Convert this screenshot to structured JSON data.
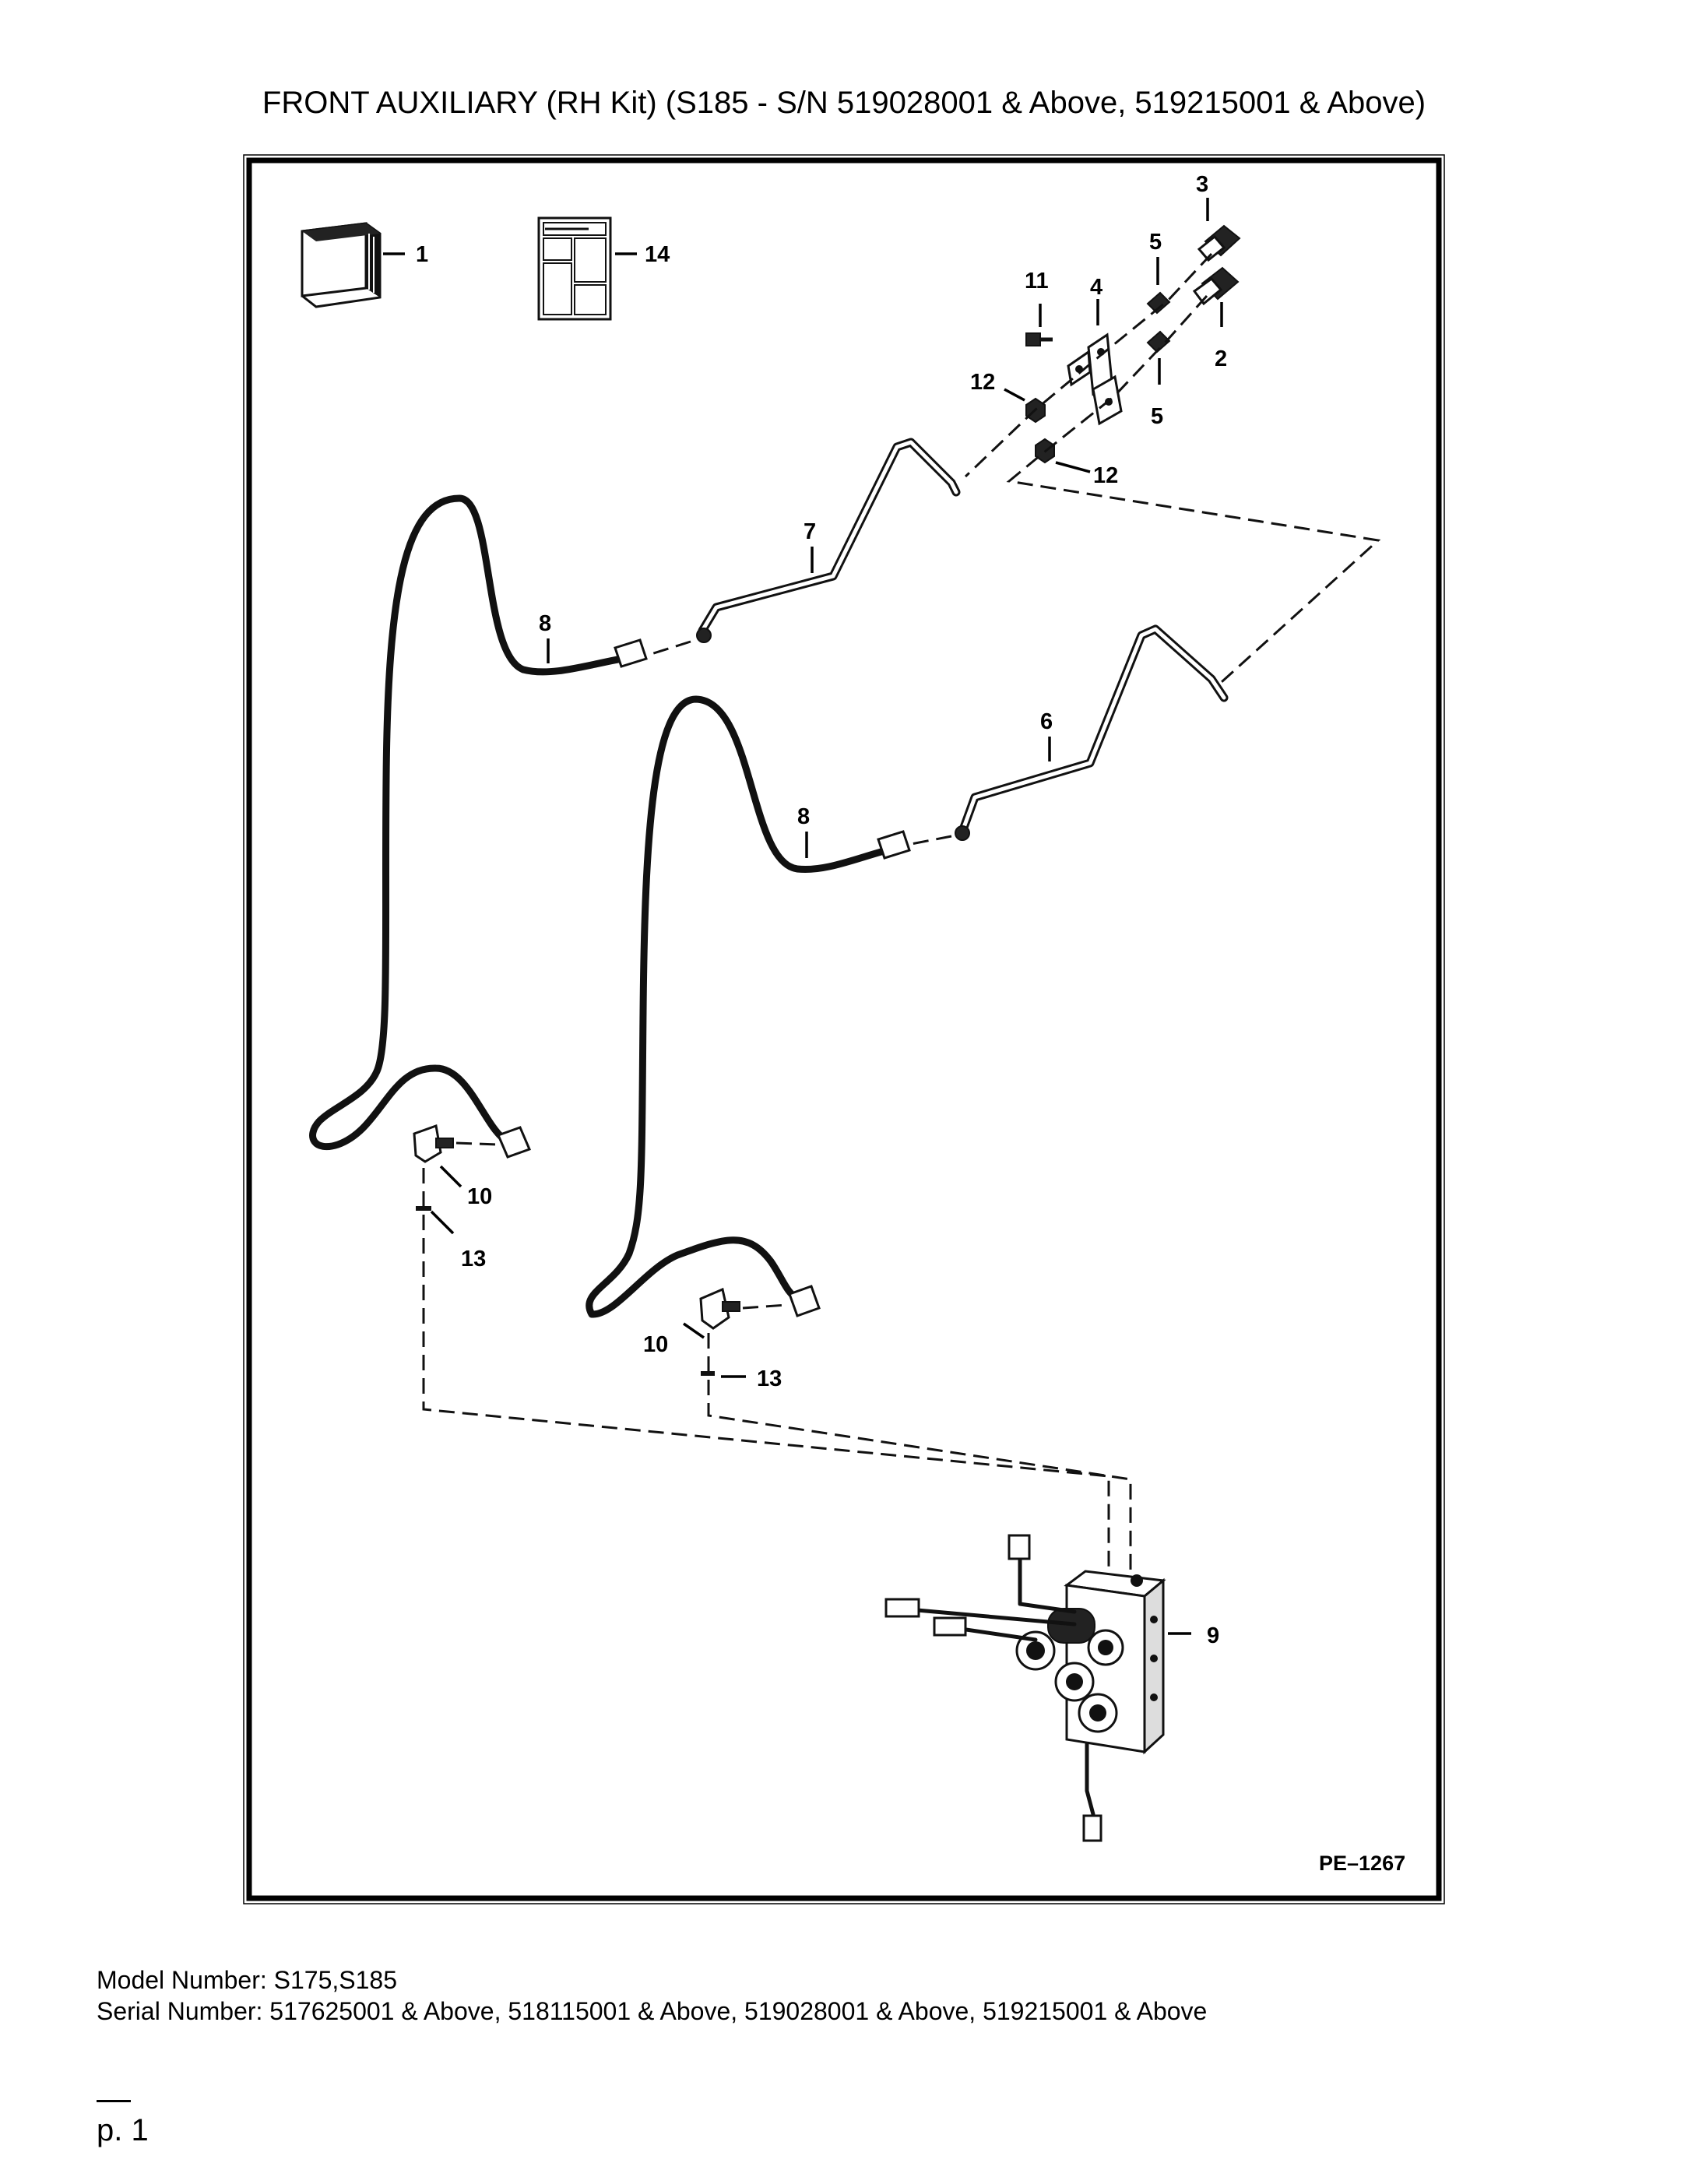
{
  "title": "FRONT AUXILIARY (RH Kit) (S185 - S/N 519028001 & Above, 519215001 & Above)",
  "diagram": {
    "drawing_code": "PE–1267",
    "callouts": {
      "c1": "1",
      "c14": "14",
      "c3": "3",
      "c5a": "5",
      "c11": "11",
      "c4": "4",
      "c2": "2",
      "c12a": "12",
      "c5b": "5",
      "c12b": "12",
      "c7": "7",
      "c8a": "8",
      "c6": "6",
      "c8b": "8",
      "c10a": "10",
      "c13a": "13",
      "c10b": "10",
      "c13b": "13",
      "c9": "9"
    }
  },
  "footer": {
    "model": "Model Number: S175,S185",
    "serial": "Serial Number: 517625001 & Above, 518115001 & Above, 519028001 & Above, 519215001 & Above"
  },
  "page": {
    "number": "p. 1"
  }
}
